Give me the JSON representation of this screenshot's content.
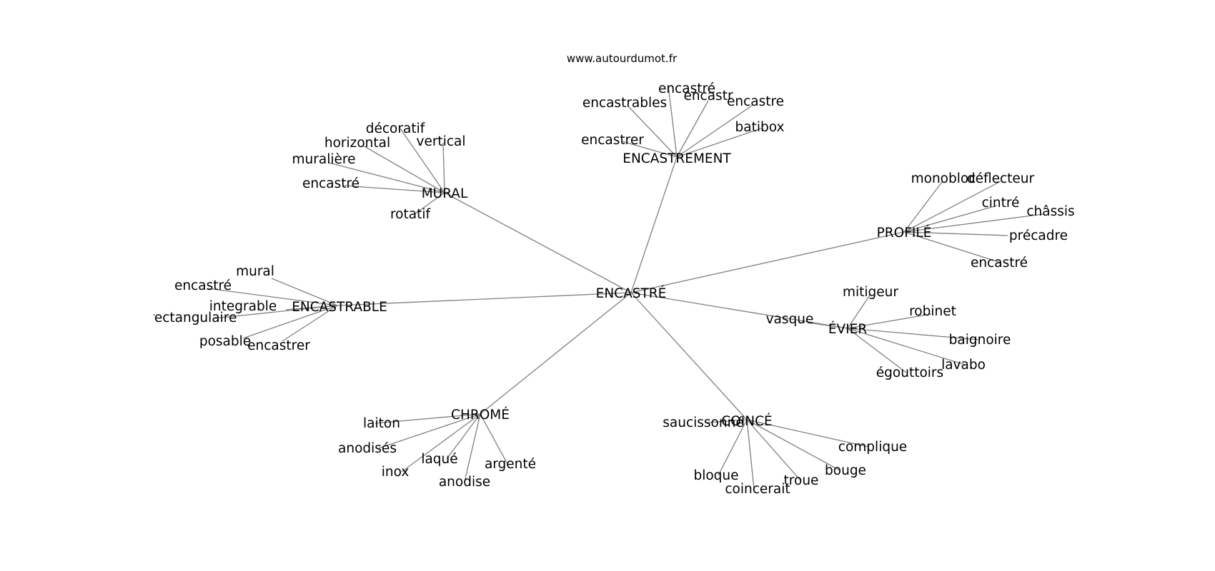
{
  "source_text": "www.autourdumot.fr",
  "root": "ENCASTRÉ",
  "clusters": [
    {
      "hub": "ENCASTREMENT",
      "words": [
        "encastré",
        "encastr",
        "encastre",
        "encastrables",
        "batibox",
        "encastrer"
      ]
    },
    {
      "hub": "MURAL",
      "words": [
        "décoratif",
        "vertical",
        "horizontal",
        "muralière",
        "encastré",
        "rotatif"
      ]
    },
    {
      "hub": "PROFILÉ",
      "words": [
        "monobloc",
        "déflecteur",
        "cintré",
        "châssis",
        "précadre",
        "encastré"
      ]
    },
    {
      "hub": "ENCASTRABLE",
      "words": [
        "mural",
        "encastré",
        "integrable",
        "rectangulaire",
        "posable",
        "encastrer"
      ]
    },
    {
      "hub": "ÉVIER",
      "words": [
        "mitigeur",
        "robinet",
        "vasque",
        "baignoire",
        "lavabo",
        "égouttoirs"
      ]
    },
    {
      "hub": "CHROMÉ",
      "words": [
        "laiton",
        "anodisés",
        "laqué",
        "argenté",
        "inox",
        "anodise"
      ]
    },
    {
      "hub": "COINCÉ",
      "words": [
        "saucissonné",
        "complique",
        "bouge",
        "bloque",
        "coincerait",
        "troue"
      ]
    }
  ]
}
